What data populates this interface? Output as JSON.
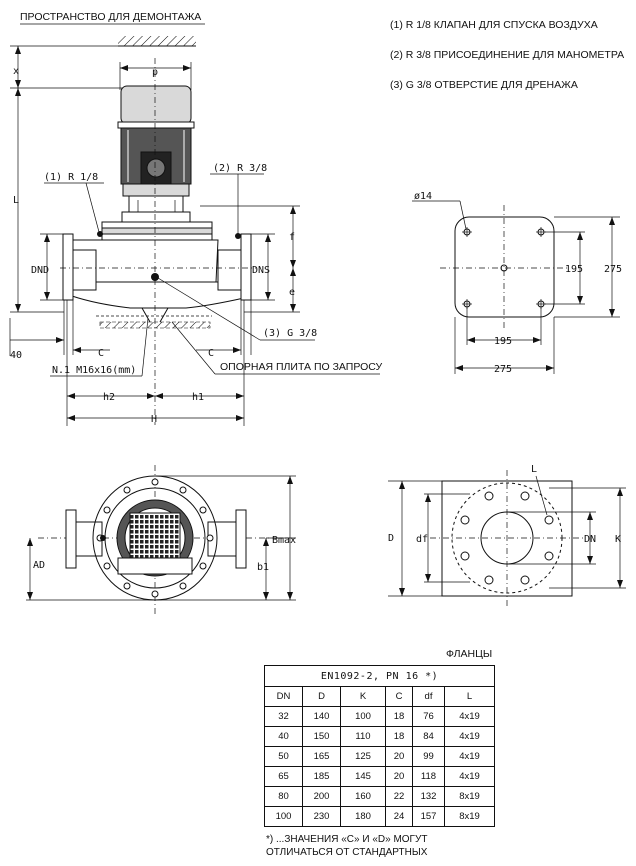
{
  "labels": {
    "dismantle_space": "ПРОСТРАНСТВО ДЛЯ ДЕМОНТАЖА",
    "x": "x",
    "p": "p",
    "L": "L",
    "f": "f",
    "e": "e",
    "DND": "DND",
    "DNS": "DNS",
    "valve_ref": "(1) R 1/8",
    "gauge_ref": "(2) R 3/8",
    "drain_ref": "(3) G 3/8",
    "dim_40": "40",
    "C_left": "C",
    "C_right": "C",
    "bolt": "N.1 M16x16(mm)",
    "base_plate": "ОПОРНАЯ ПЛИТА ПО ЗАПРОСУ",
    "h2": "h2",
    "h1": "h1",
    "H": "H",
    "hole_dia": "ø14",
    "plate_195_v": "195",
    "plate_275_v": "275",
    "plate_195_h": "195",
    "plate_275_h": "275",
    "AD": "AD",
    "Bmax": "Bmax",
    "b1": "b1",
    "flange_L": "L",
    "flange_D": "D",
    "flange_df": "df",
    "flange_DN": "DN",
    "flange_K": "K"
  },
  "notes": [
    "(1) R 1/8 КЛАПАН ДЛЯ СПУСКА ВОЗДУХА",
    "(2) R 3/8 ПРИСОЕДИНЕНИЕ ДЛЯ МАНОМЕТРА",
    "(3) G 3/8 ОТВЕРСТИЕ ДЛЯ ДРЕНАЖА"
  ],
  "table": {
    "title": "ФЛАНЦЫ",
    "header": "EN1092-2, PN 16 *)",
    "columns": [
      "DN",
      "D",
      "K",
      "C",
      "df",
      "L"
    ],
    "rows": [
      [
        "32",
        "140",
        "100",
        "18",
        "76",
        "4x19"
      ],
      [
        "40",
        "150",
        "110",
        "18",
        "84",
        "4x19"
      ],
      [
        "50",
        "165",
        "125",
        "20",
        "99",
        "4x19"
      ],
      [
        "65",
        "185",
        "145",
        "20",
        "118",
        "4x19"
      ],
      [
        "80",
        "200",
        "160",
        "22",
        "132",
        "8x19"
      ],
      [
        "100",
        "230",
        "180",
        "24",
        "157",
        "8x19"
      ]
    ]
  },
  "footnote": [
    "*) ...ЗНАЧЕНИЯ «C» И «D» МОГУТ",
    "ОТЛИЧАТЬСЯ ОТ СТАНДАРТНЫХ"
  ]
}
